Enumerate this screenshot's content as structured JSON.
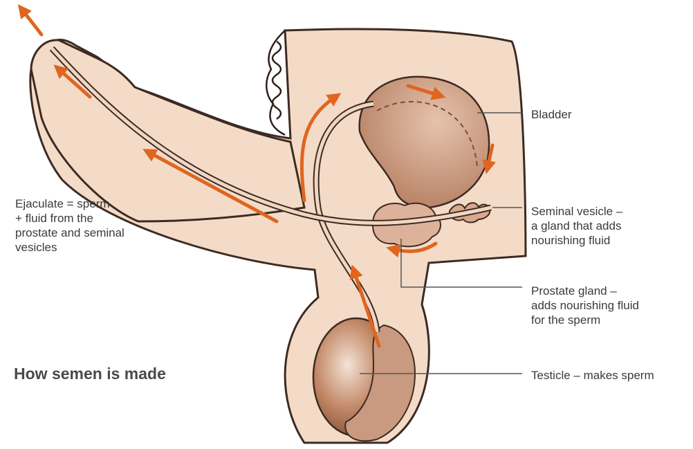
{
  "title": "How semen is made",
  "colors": {
    "skin": "#f3dbc8",
    "outline": "#3d2a22",
    "organ": "#c9957a",
    "testicle": "#b57a58",
    "arrow": "#e0651f",
    "leader": "#555555"
  },
  "labels": {
    "ejaculate": [
      "Ejaculate = sperm",
      "+ fluid from the",
      "prostate and seminal",
      "vesicles"
    ],
    "bladder": [
      "Bladder"
    ],
    "seminal_vesicle": [
      "Seminal vesicle –",
      "a gland that adds",
      "nourishing fluid"
    ],
    "prostate": [
      "Prostate gland –",
      "adds nourishing fluid",
      "for the sperm"
    ],
    "testicle": [
      "Testicle – makes sperm"
    ]
  },
  "icons": {
    "flow_arrows": "orange-arrow-icon"
  }
}
